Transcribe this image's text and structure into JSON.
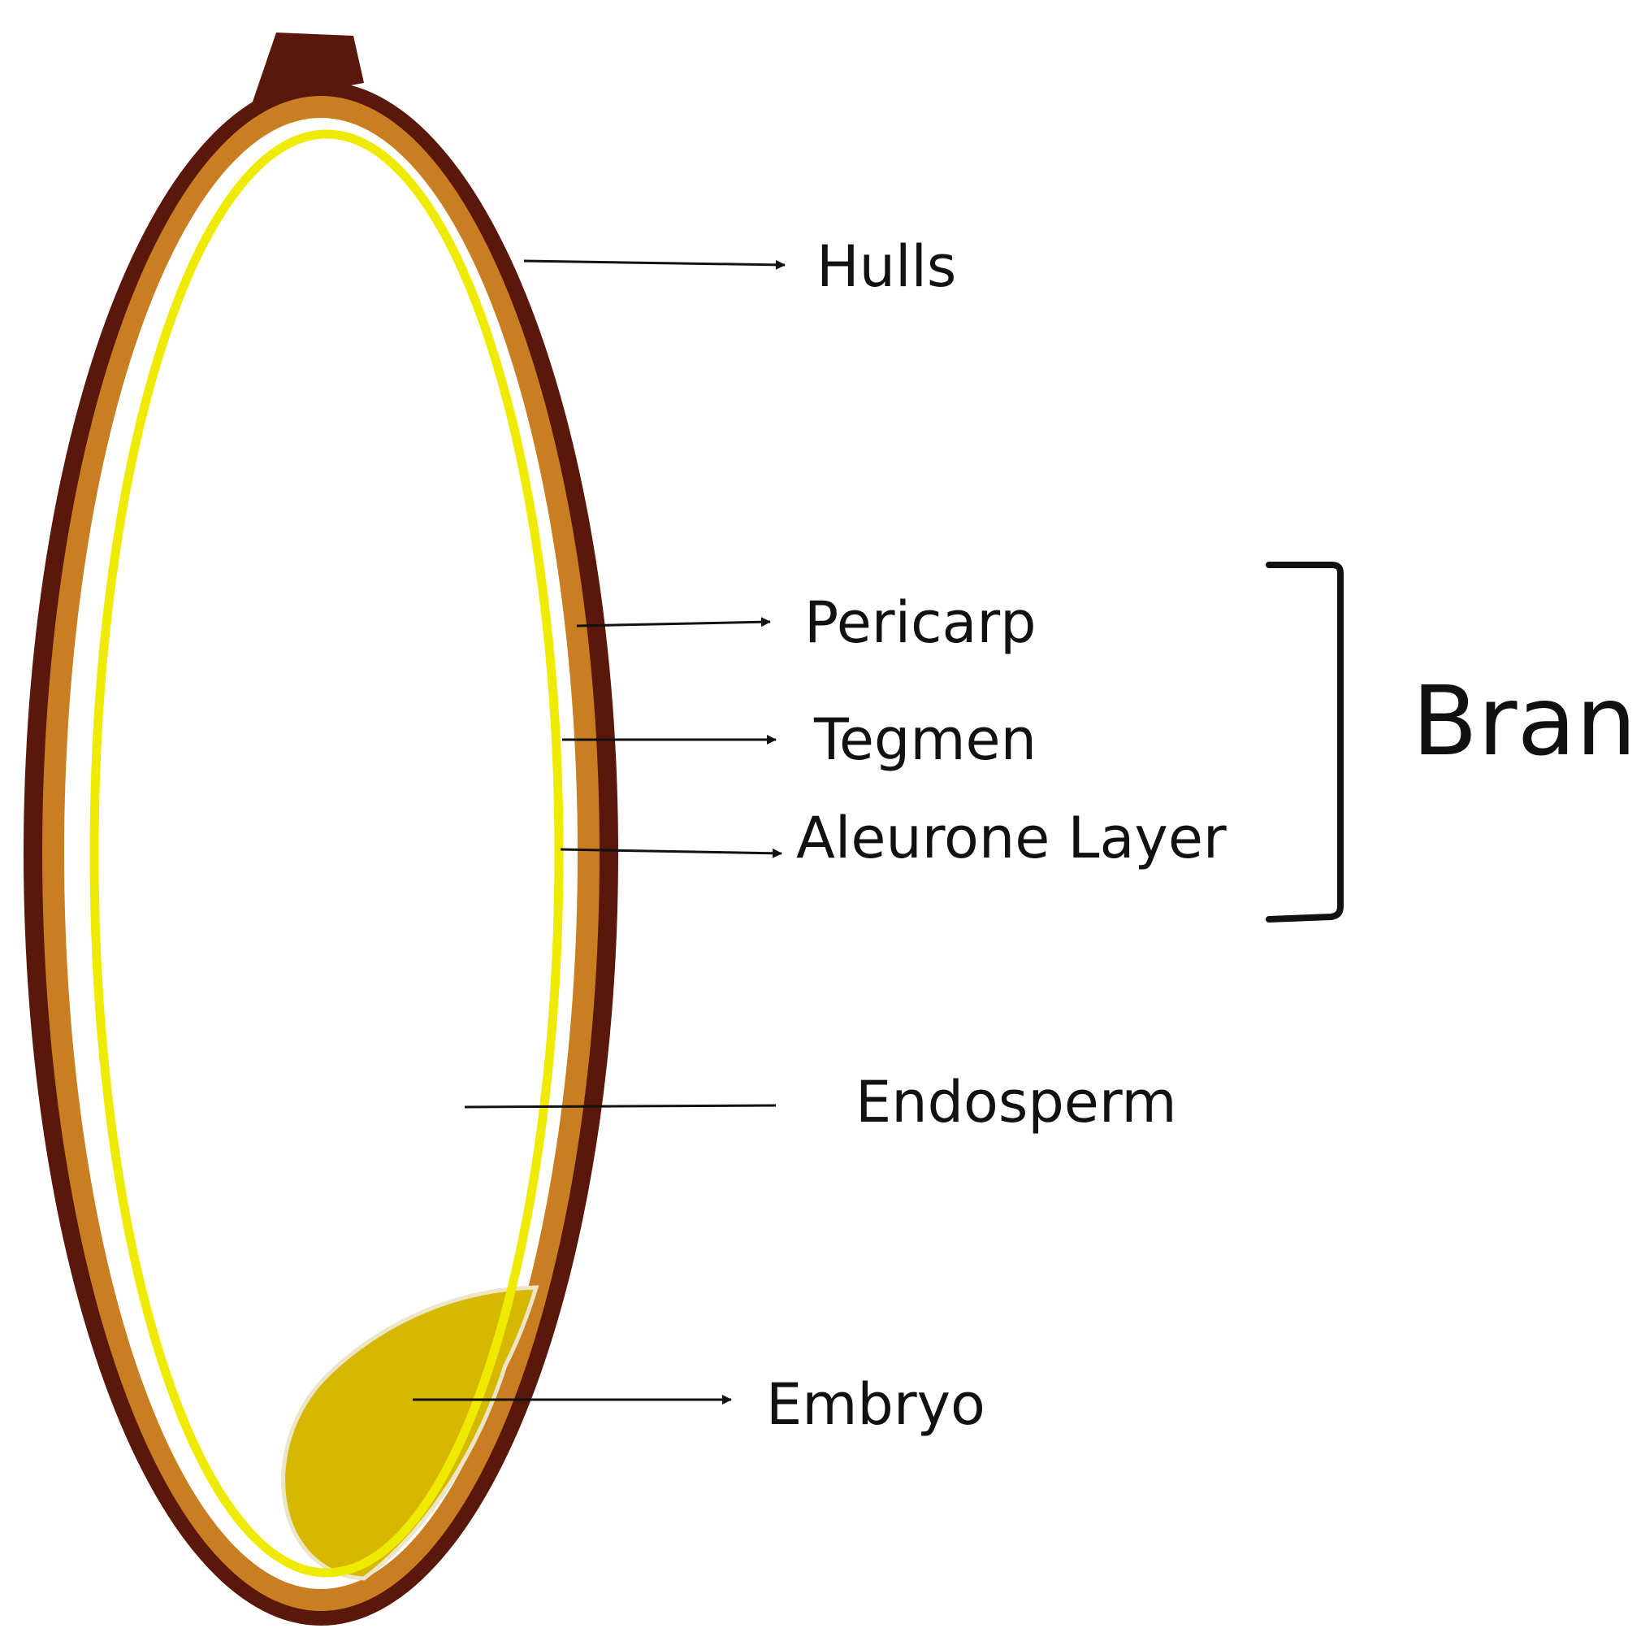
{
  "labels": {
    "hulls": "Hulls",
    "pericarp": "Pericarp",
    "tegmen": "Tegmen",
    "aleurone": "Aleurone Layer",
    "endosperm": "Endosperm",
    "embryo": "Embryo",
    "bran": "Bran"
  },
  "colors": {
    "hull": "#5a170b",
    "pericarp": "#c97e21",
    "tegmen": "#ffffff",
    "aleurone": "#eeea00",
    "endosperm": "#ffffff",
    "embryo": "#d6b800",
    "line": "#111111"
  }
}
